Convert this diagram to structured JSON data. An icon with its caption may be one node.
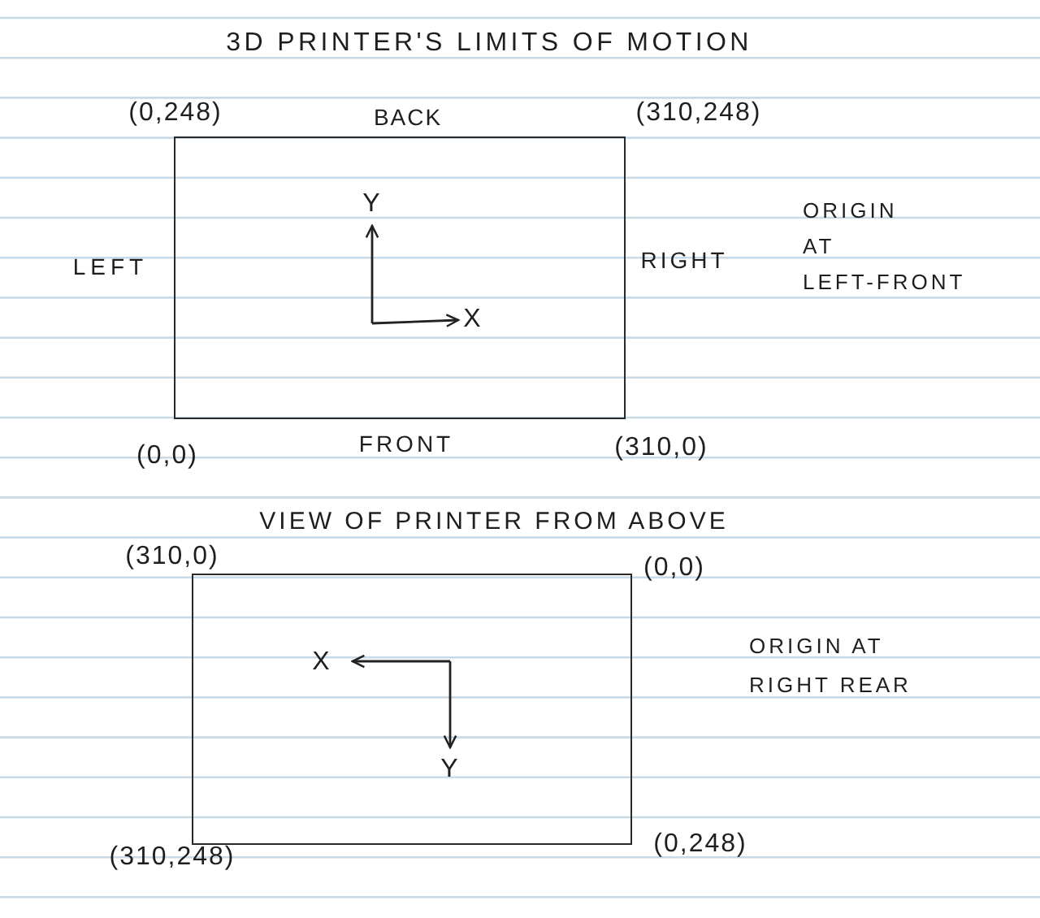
{
  "diagram": {
    "title": "3D PRINTER'S LIMITS OF MOTION",
    "nodes": [
      {
        "text": [],
        "shape": "box"
      },
      {
        "text": [],
        "shape": "box"
      }
    ],
    "labels": [
      "(0,248)",
      "BACK",
      "(310,248)",
      "Y",
      "ORIGIN AT LEFT-FRONT",
      "LEFT",
      "RIGHT",
      "X",
      "(0,0)",
      "FRONT",
      "(310,0)",
      "VIEW OF PRINTER FROM ABOVE",
      "(310,0)",
      "(0,0)",
      "X",
      "ORIGIN AT RIGHT REAR",
      "Y",
      "(310,248)",
      "(0,248)"
    ]
  }
}
